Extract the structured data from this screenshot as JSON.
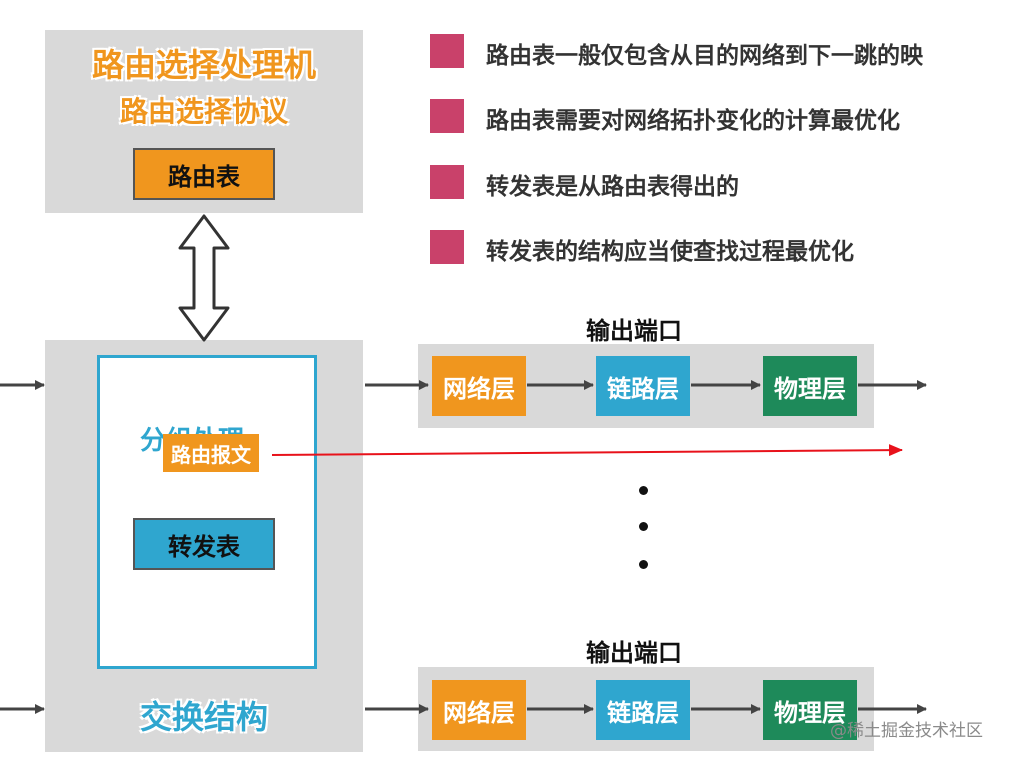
{
  "routing_processor": {
    "title": "路由选择处理机",
    "subtitle": "路由选择协议",
    "routing_table": "路由表"
  },
  "notes": [
    "路由表一般仅包含从目的网络到下一跳的映",
    "路由表需要对网络拓扑变化的计算最优化",
    "转发表是从路由表得出的",
    "转发表的结构应当使查找过程最优化"
  ],
  "switch_fabric": {
    "packet_processing": "分组处理",
    "routing_message": "路由报文",
    "forwarding_table": "转发表",
    "label": "交换结构"
  },
  "output_ports": [
    {
      "title": "输出端口",
      "layers": [
        "网络层",
        "链路层",
        "物理层"
      ]
    },
    {
      "title": "输出端口",
      "layers": [
        "网络层",
        "链路层",
        "物理层"
      ]
    }
  ],
  "watermark": "@稀土掘金技术社区",
  "colors": {
    "orange": "#f0961e",
    "blue": "#2fa6cf",
    "green": "#1e8a5a",
    "bullet": "#c9416a",
    "arrow_red": "#e8121b"
  }
}
